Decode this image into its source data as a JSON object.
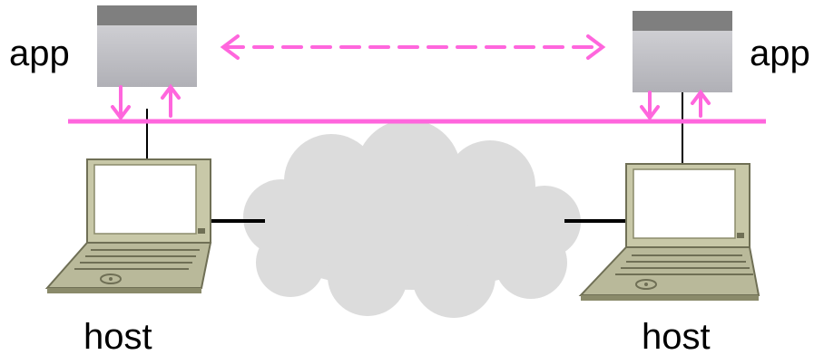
{
  "labels": {
    "app_left": "app",
    "app_right": "app",
    "host_left": "host",
    "host_right": "host"
  },
  "colors": {
    "link": "#ff66dd",
    "window_top": "#7f7f7f",
    "window_body": "#c4c4c8",
    "cloud": "#dedede",
    "laptop_body": "#bfbf9f",
    "laptop_dark": "#7a7a5c",
    "wire": "#000000"
  },
  "icons": {
    "app_window": "app-window-icon",
    "laptop": "laptop-icon",
    "cloud": "network-cloud-icon"
  }
}
